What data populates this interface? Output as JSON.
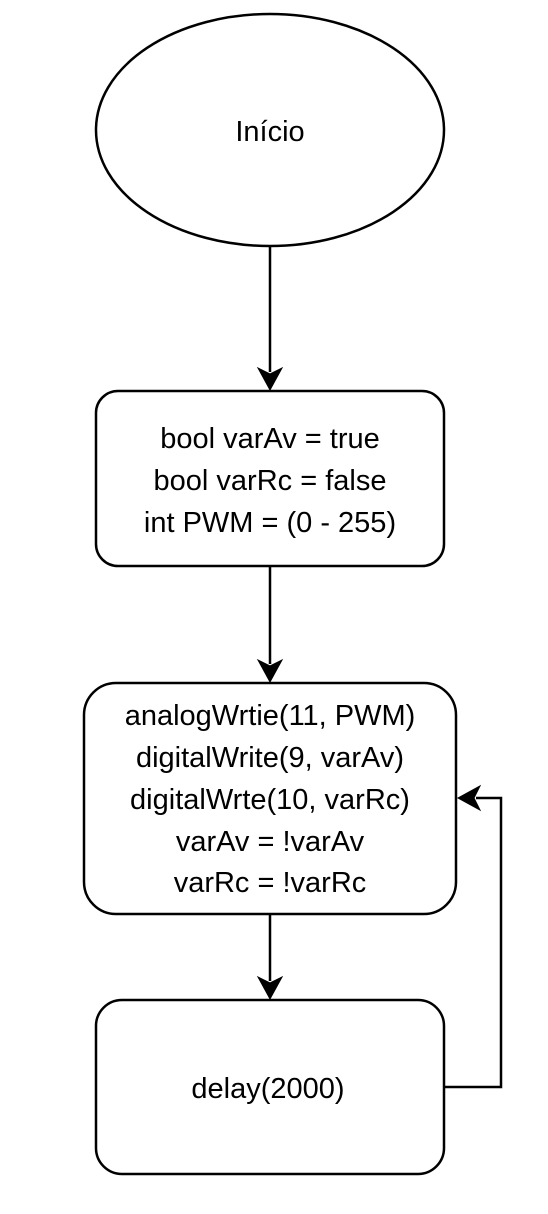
{
  "diagram": {
    "type": "flowchart",
    "colors": {
      "stroke": "#000000",
      "fill": "#ffffff",
      "text": "#000000"
    },
    "nodes": [
      {
        "id": "start",
        "shape": "ellipse",
        "lines": [
          "Início"
        ]
      },
      {
        "id": "declare",
        "shape": "rounded-rectangle",
        "lines": [
          "bool varAv = true",
          "bool varRc = false",
          "int PWM = (0 - 255)"
        ]
      },
      {
        "id": "write",
        "shape": "rounded-rectangle",
        "lines": [
          "analogWrtie(11, PWM)",
          "digitalWrite(9, varAv)",
          "digitalWrte(10, varRc)",
          "varAv = !varAv",
          "varRc = !varRc"
        ]
      },
      {
        "id": "delay",
        "shape": "rounded-rectangle",
        "lines": [
          "delay(2000)"
        ]
      }
    ],
    "edges": [
      {
        "from": "start",
        "to": "declare"
      },
      {
        "from": "declare",
        "to": "write"
      },
      {
        "from": "write",
        "to": "delay"
      },
      {
        "from": "delay",
        "to": "write",
        "route": "loop-right"
      }
    ]
  }
}
